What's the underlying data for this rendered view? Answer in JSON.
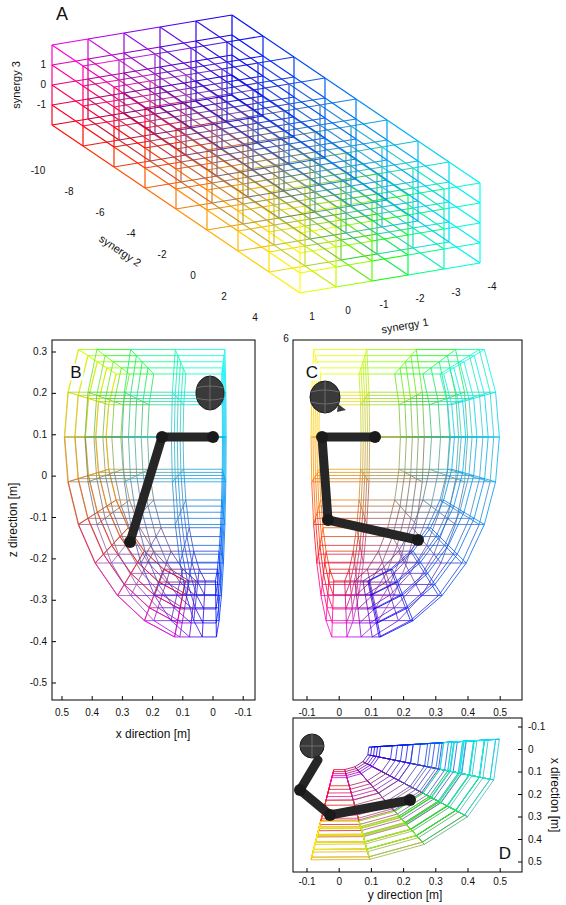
{
  "diagram": {
    "labels": [
      "A",
      "synergy 3",
      "1",
      "0",
      "-1",
      "-10",
      "-8",
      "-6",
      "-4",
      "-2",
      "0",
      "2",
      "4",
      "6",
      "synergy 2",
      "1",
      "0",
      "-1",
      "-2",
      "-3",
      "-4",
      "synergy 1",
      "B",
      "0.3",
      "0.2",
      "0.1",
      "0",
      "-0.1",
      "-0.2",
      "-0.3",
      "-0.4",
      "-0.5",
      "z direction [m]",
      "0.5",
      "0.4",
      "0.3",
      "0.2",
      "0.1",
      "0",
      "-0.1",
      "x direction [m]",
      "C",
      "-0.1",
      "0",
      "0.1",
      "0.2",
      "0.3",
      "0.4",
      "0.5",
      "D",
      "-0.1",
      "0",
      "0.1",
      "0.2",
      "0.3",
      "0.4",
      "0.5",
      "y direction [m]",
      "-0.1",
      "0",
      "0.1",
      "0.2",
      "0.3",
      "0.4",
      "0.5",
      "x direction [m]"
    ]
  }
}
